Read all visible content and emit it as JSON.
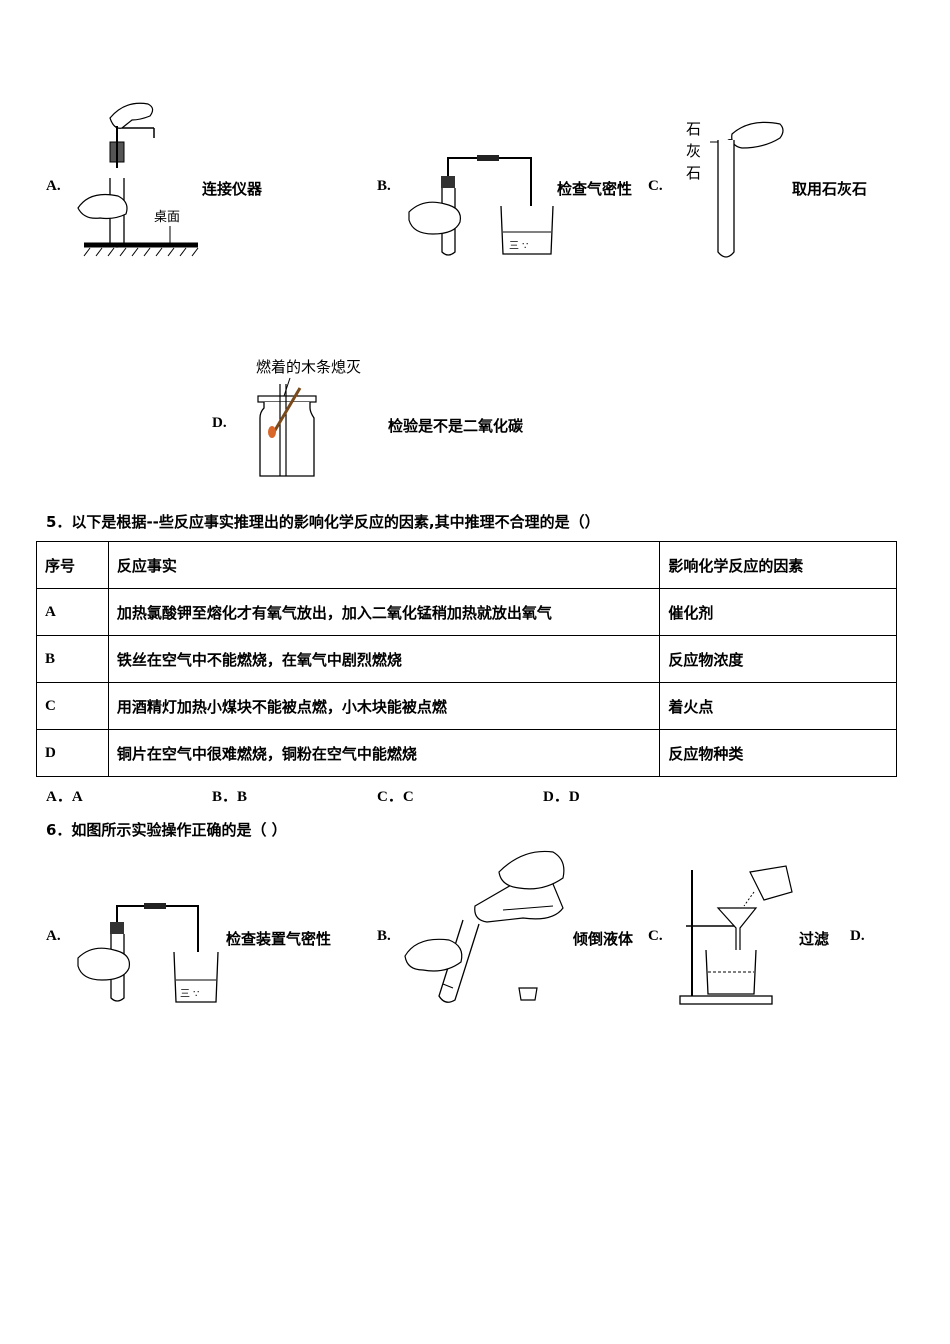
{
  "q4": {
    "options": [
      {
        "letter": "A.",
        "caption": "连接仪器",
        "figure_label": "桌面"
      },
      {
        "letter": "B.",
        "caption": "检查气密性"
      },
      {
        "letter": "C.",
        "caption": "取用石灰石",
        "figure_label_chars": [
          "石",
          "灰",
          "石"
        ]
      },
      {
        "letter": "D.",
        "caption": "检验是不是二氧化碳",
        "figure_label": "燃着的木条熄灭"
      }
    ]
  },
  "q5": {
    "question": "5．以下是根据--些反应事实推理出的影响化学反应的因素,其中推理不合理的是（）",
    "headers": [
      "序号",
      "反应事实",
      "影响化学反应的因素"
    ],
    "rows": [
      [
        "A",
        "加热氯酸钾至熔化才有氧气放出，加入二氧化锰稍加热就放出氧气",
        "催化剂"
      ],
      [
        "B",
        "铁丝在空气中不能燃烧，在氧气中剧烈燃烧",
        "反应物浓度"
      ],
      [
        "C",
        "用酒精灯加热小煤块不能被点燃，小木块能被点燃",
        "着火点"
      ],
      [
        "D",
        "铜片在空气中很难燃烧，铜粉在空气中能燃烧",
        "反应物种类"
      ]
    ],
    "choices": [
      "A．A",
      "B．B",
      "C．C",
      "D．D"
    ]
  },
  "q6": {
    "question": "6．如图所示实验操作正确的是（ ）",
    "options": [
      {
        "letter": "A.",
        "caption": "检查装置气密性"
      },
      {
        "letter": "B.",
        "caption": "倾倒液体"
      },
      {
        "letter": "C.",
        "caption": "过滤"
      },
      {
        "letter": "D.",
        "caption": ""
      }
    ]
  }
}
